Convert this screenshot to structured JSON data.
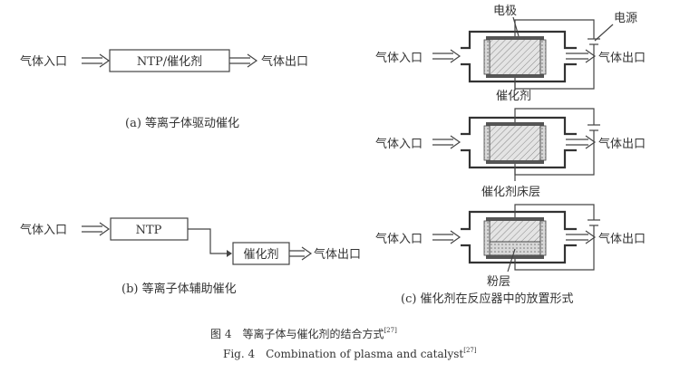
{
  "panel_a": {
    "gas_in": "气体入口",
    "box": "NTP/催化剂",
    "gas_out": "气体出口",
    "caption": "(a) 等离子体驱动催化"
  },
  "panel_b": {
    "gas_in": "气体入口",
    "box1": "NTP",
    "box2": "催化剂",
    "gas_out": "气体出口",
    "caption": "(b) 等离子体辅助催化"
  },
  "panel_c": {
    "electrode": "电极",
    "power": "电源",
    "gas_in_1": "气体入口",
    "gas_out_1": "气体出口",
    "catalyst": "催化剂",
    "gas_in_2": "气体入口",
    "gas_out_2": "气体出口",
    "bed": "催化剂床层",
    "gas_in_3": "气体入口",
    "gas_out_3": "气体出口",
    "powder": "粉层",
    "caption": "(c) 催化剂在反应器中的放置形式"
  },
  "figure": {
    "caption_cn": "图 4　等离子体与催化剂的结合方式",
    "caption_cn_ref": "[27]",
    "caption_en": "Fig. 4　Combination of plasma and catalyst",
    "caption_en_ref": "[27]"
  }
}
